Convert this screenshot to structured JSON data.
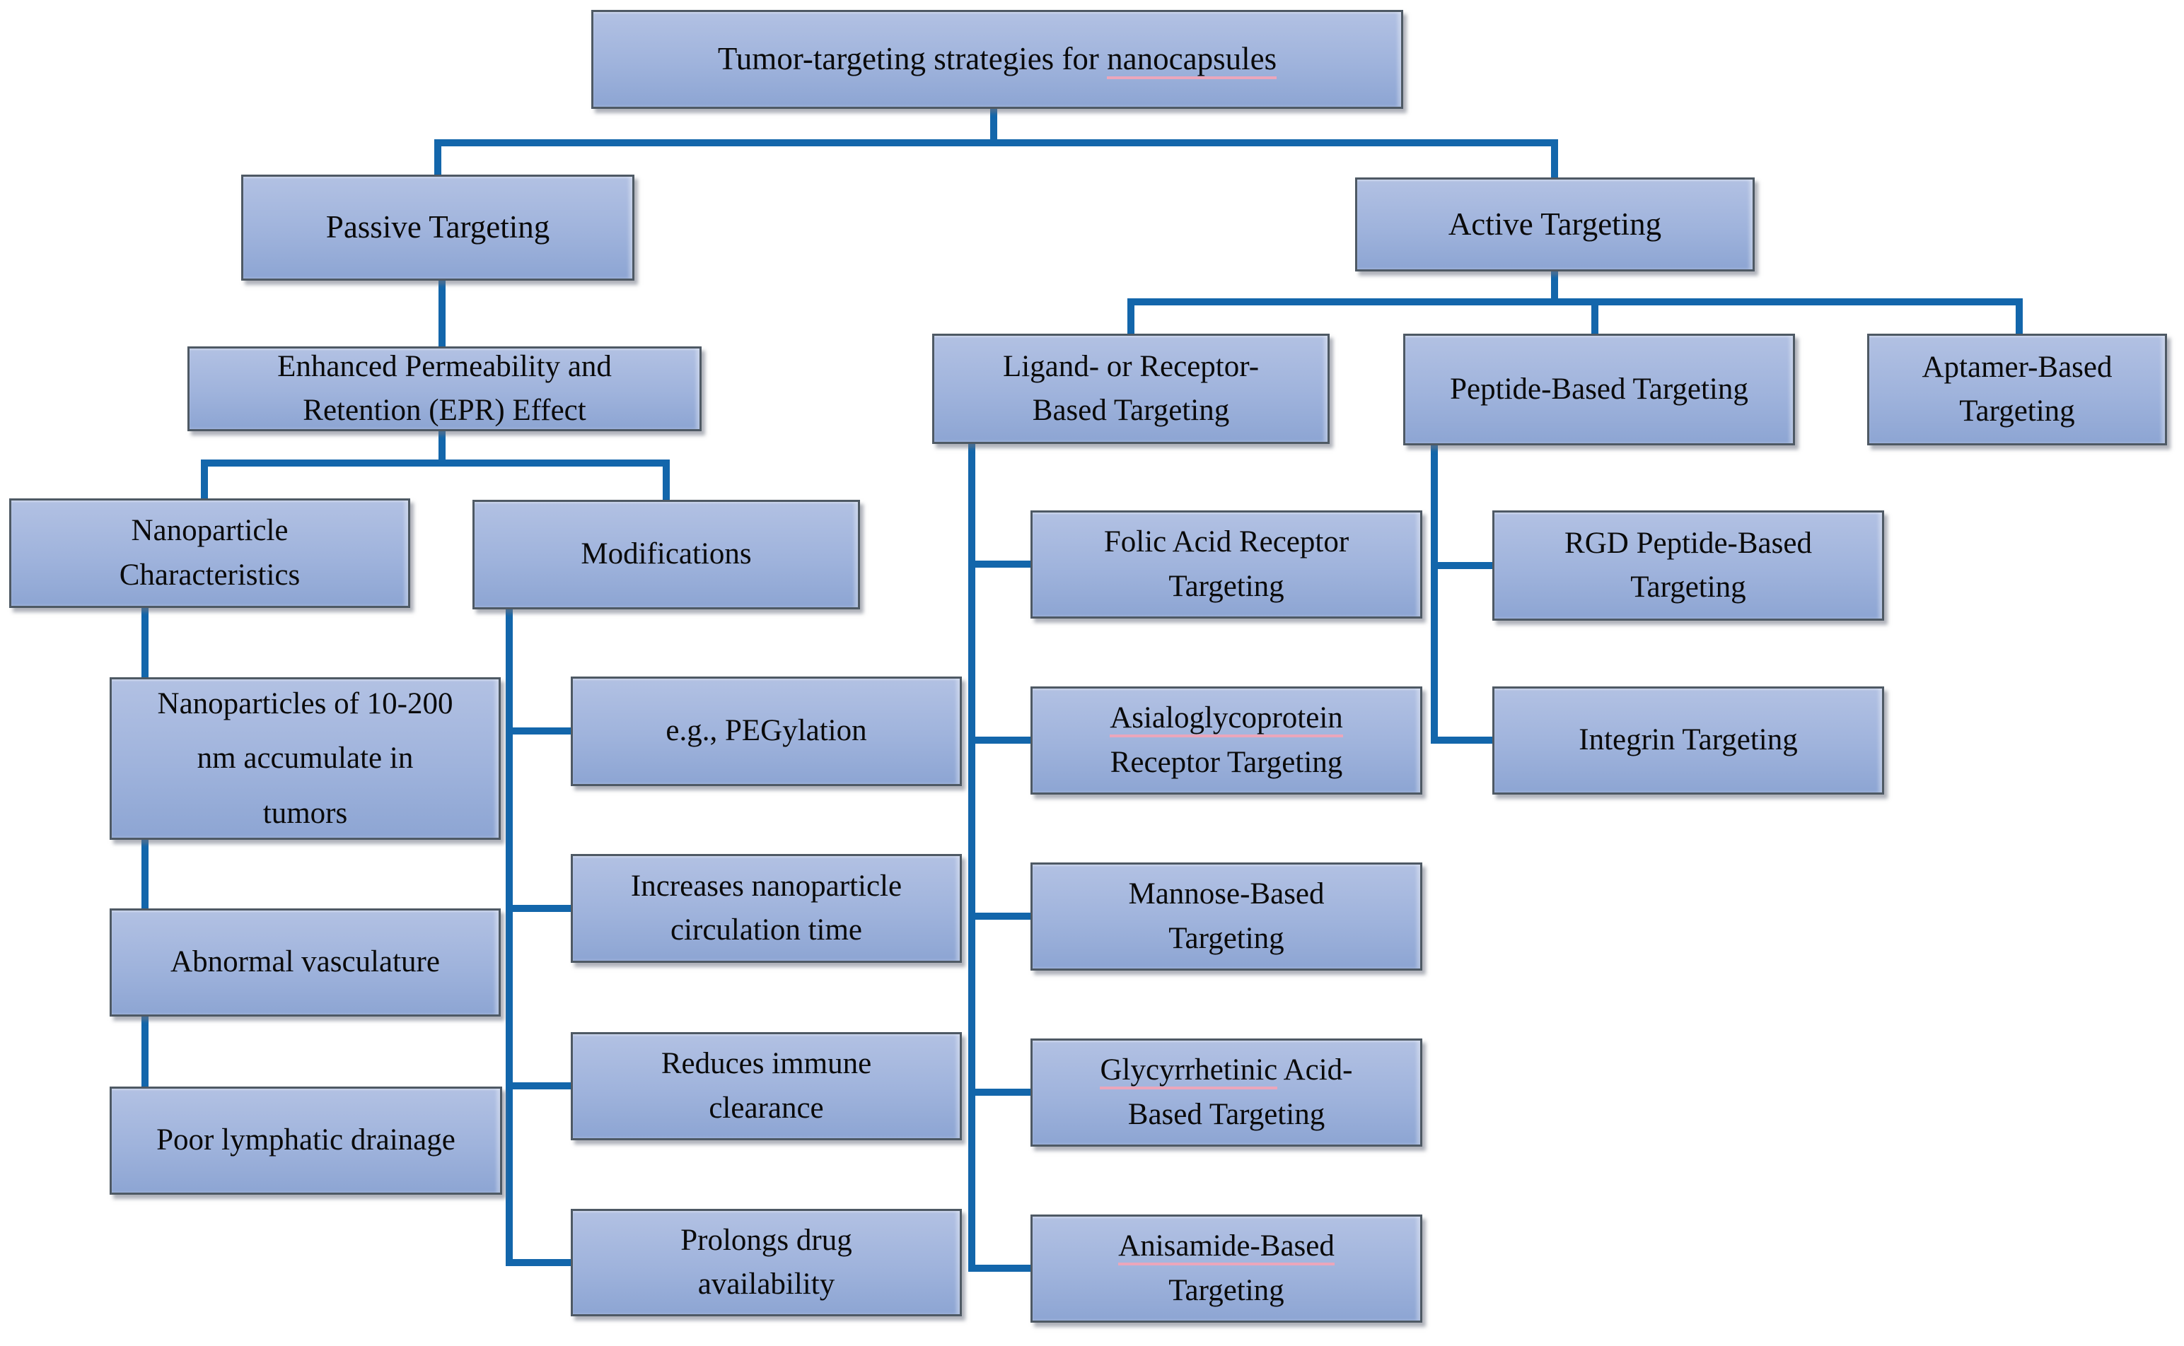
{
  "diagram_title": "Tumor-targeting strategies for nanocapsules",
  "colors": {
    "connector": "#1366ab",
    "box_fill_top": "#b2c1e3",
    "box_fill_bottom": "#8da5d3",
    "box_border": "#4e5964",
    "text": "#0a0a0a",
    "spell_underline": "#eba6bb"
  },
  "nodes": {
    "root": {
      "parts": [
        "Tumor-targeting strategies for ",
        "nanocapsules"
      ]
    },
    "passive": {
      "label": "Passive Targeting"
    },
    "active": {
      "label": "Active Targeting"
    },
    "epr": {
      "label": "Enhanced Permeability and\nRetention (EPR) Effect"
    },
    "nc": {
      "label": "Nanoparticle\nCharacteristics"
    },
    "mod": {
      "label": "Modifications"
    },
    "np200": {
      "label": "Nanoparticles of 10-200\nnm accumulate in\ntumors"
    },
    "abnormal": {
      "label": "Abnormal vasculature"
    },
    "poor": {
      "label": "Poor lymphatic drainage"
    },
    "peg": {
      "label": "e.g., PEGylation"
    },
    "incr": {
      "label": "Increases nanoparticle\ncirculation time"
    },
    "red": {
      "label": "Reduces immune\nclearance"
    },
    "prol": {
      "label": "Prolongs drug\navailability"
    },
    "ligand": {
      "label": "Ligand- or Receptor-\nBased Targeting"
    },
    "peptide": {
      "label": "Peptide-Based Targeting"
    },
    "aptamer": {
      "label": "Aptamer-Based\nTargeting"
    },
    "folic": {
      "label": "Folic Acid Receptor\nTargeting"
    },
    "asialo": {
      "parts": [
        "Asialoglycoprotein",
        "\nReceptor Targeting"
      ]
    },
    "mannose": {
      "label": "Mannose-Based\nTargeting"
    },
    "glyc": {
      "parts": [
        "Glycyrrhetinic",
        " Acid-\nBased Targeting"
      ]
    },
    "anis": {
      "parts": [
        "Anisamide-Based",
        "\nTargeting"
      ]
    },
    "rgd": {
      "label": "RGD Peptide-Based\nTargeting"
    },
    "integrin": {
      "label": "Integrin Targeting"
    }
  },
  "edges": [
    {
      "from": "root",
      "to": "passive"
    },
    {
      "from": "root",
      "to": "active"
    },
    {
      "from": "passive",
      "to": "epr"
    },
    {
      "from": "epr",
      "to": "nc"
    },
    {
      "from": "epr",
      "to": "mod"
    },
    {
      "from": "nc",
      "to": "np200"
    },
    {
      "from": "nc",
      "to": "abnormal"
    },
    {
      "from": "nc",
      "to": "poor"
    },
    {
      "from": "mod",
      "to": "peg"
    },
    {
      "from": "mod",
      "to": "incr"
    },
    {
      "from": "mod",
      "to": "red"
    },
    {
      "from": "mod",
      "to": "prol"
    },
    {
      "from": "active",
      "to": "ligand"
    },
    {
      "from": "active",
      "to": "peptide"
    },
    {
      "from": "active",
      "to": "aptamer"
    },
    {
      "from": "ligand",
      "to": "folic"
    },
    {
      "from": "ligand",
      "to": "asialo"
    },
    {
      "from": "ligand",
      "to": "mannose"
    },
    {
      "from": "ligand",
      "to": "glyc"
    },
    {
      "from": "ligand",
      "to": "anis"
    },
    {
      "from": "peptide",
      "to": "rgd"
    },
    {
      "from": "peptide",
      "to": "integrin"
    }
  ]
}
